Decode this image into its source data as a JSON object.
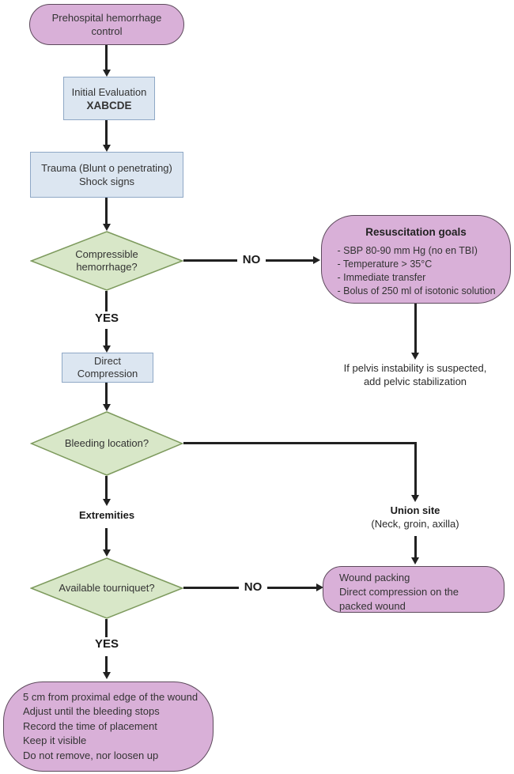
{
  "colors": {
    "purple_fill": "#d9b0d8",
    "purple_border": "#5d4a5c",
    "blue_fill": "#dce6f1",
    "blue_border": "#8fa8c6",
    "green_fill": "#d8e7c8",
    "green_border": "#7d9a5d",
    "line": "#212121"
  },
  "nodes": {
    "start": {
      "line1": "Prehospital hemorrhage",
      "line2": "control"
    },
    "initial_evaluation": {
      "line1": "Initial Evaluation",
      "line2": "XABCDE"
    },
    "trauma": {
      "line1": "Trauma (Blunt o penetrating)",
      "line2": "Shock signs"
    },
    "compressible_hemorrhage": {
      "line1": "Compressible",
      "line2": "hemorrhage?"
    },
    "resuscitation_goals": {
      "title": "Resuscitation goals",
      "items": [
        "- SBP 80-90 mm Hg (no en TBI)",
        "- Temperature > 35°C",
        "- Immediate transfer",
        "- Bolus of 250 ml of isotonic solution"
      ]
    },
    "pelvis_note": {
      "line1": "If pelvis instability is suspected,",
      "line2": "add pelvic stabilization"
    },
    "direct_compression": {
      "line1": "Direct",
      "line2": "Compression"
    },
    "bleeding_location": {
      "text": "Bleeding location?"
    },
    "extremities_label": {
      "text": "Extremities"
    },
    "union_site": {
      "title": "Union site",
      "subtitle": "(Neck, groin, axilla)"
    },
    "available_tourniquet": {
      "text": "Available tourniquet?"
    },
    "wound_packing": {
      "line1": "Wound packing",
      "line2": "Direct compression on the packed wound"
    },
    "tourniquet_steps": {
      "lines": [
        "5 cm from proximal edge of the wound",
        "Adjust until the bleeding stops",
        "Record the time of placement",
        "Keep it visible",
        "Do not remove, nor loosen up"
      ]
    }
  },
  "edge_labels": {
    "no_compressible": "NO",
    "yes_compressible": "YES",
    "no_tourniquet": "NO",
    "yes_tourniquet": "YES"
  }
}
